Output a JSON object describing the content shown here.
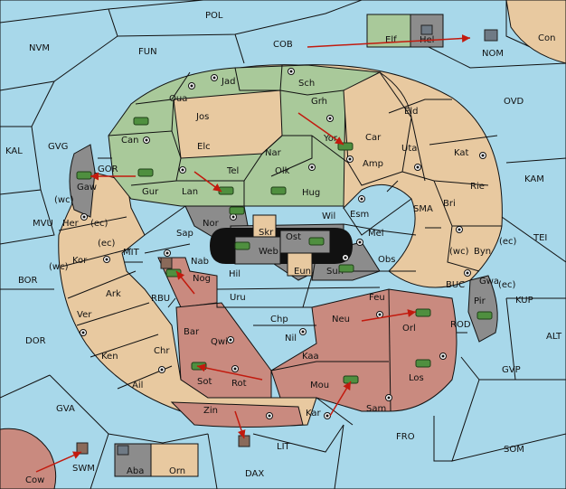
{
  "map": {
    "colors": {
      "sea": "#a8d8ea",
      "neutral": "#e8c9a0",
      "green_power": "#a9c99a",
      "red_power": "#c98a7f",
      "grey_power": "#8c8c8c",
      "order_arrow": "#c21a0e"
    },
    "labels": {
      "POL": "POL",
      "NVM": "NVM",
      "FUN": "FUN",
      "COB": "COB",
      "Elf": "Elf",
      "Hel": "Hel",
      "Con": "Con",
      "NOM": "NOM",
      "OVD": "OVD",
      "Jad": "Jad",
      "Sch": "Sch",
      "Qua": "Qua",
      "Grh": "Grh",
      "Jos": "Jos",
      "Eld": "Eld",
      "Can": "Can",
      "KAL": "KAL",
      "GVG": "GVG",
      "Elc": "Elc",
      "Nar": "Nar",
      "Yor": "Yor",
      "Car": "Car",
      "Uta": "Uta",
      "Kat": "Kat",
      "GOR": "GOR",
      "Tel": "Tel",
      "Olk": "Olk",
      "Amp": "Amp",
      "Gaw": "Gaw",
      "Gur": "Gur",
      "Lan": "Lan",
      "Hug": "Hug",
      "Rie": "Rie",
      "KAM": "KAM",
      "wc": "(wc)",
      "ec": "(ec)",
      "Bri": "Bri",
      "Nor": "Nor",
      "Wil": "Wil",
      "Esm": "Esm",
      "SMA": "SMA",
      "MVU": "MVU",
      "Her": "Her",
      "Skr": "Skr",
      "Ost": "Ost",
      "Mel": "Mel",
      "Sap": "Sap",
      "Web": "Web",
      "TEI": "TEI",
      "Byn": "Byn",
      "MIT": "MIT",
      "Kor": "Kor",
      "Nab": "Nab",
      "Eun": "Eun",
      "Obs": "Obs",
      "Gwa": "Gwa",
      "Sun": "Sun",
      "BOR": "BOR",
      "Hil": "Hil",
      "Nog": "Nog",
      "BUC": "BUC",
      "Ark": "Ark",
      "RBU": "RBU",
      "Uru": "Uru",
      "Feu": "Feu",
      "Pir": "Pir",
      "KUP": "KUP",
      "Ver": "Ver",
      "Chp": "Chp",
      "Neu": "Neu",
      "Orl": "Orl",
      "Bar": "Bar",
      "ROD": "ROD",
      "DOR": "DOR",
      "Qwi": "Qwi",
      "Nil": "Nil",
      "ALT": "ALT",
      "Ken": "Ken",
      "Chr": "Chr",
      "Kaa": "Kaa",
      "GVP": "GVP",
      "Los": "Los",
      "Sot": "Sot",
      "Rot": "Rot",
      "Ail": "Ail",
      "Mou": "Mou",
      "GVA": "GVA",
      "Zin": "Zin",
      "Sam": "Sam",
      "Kar": "Kar",
      "FRO": "FRO",
      "LIT": "LIT",
      "SOM": "SOM",
      "Cow": "Cow",
      "SWM": "SWM",
      "Aba": "Aba",
      "Orn": "Orn",
      "DAX": "DAX"
    }
  }
}
